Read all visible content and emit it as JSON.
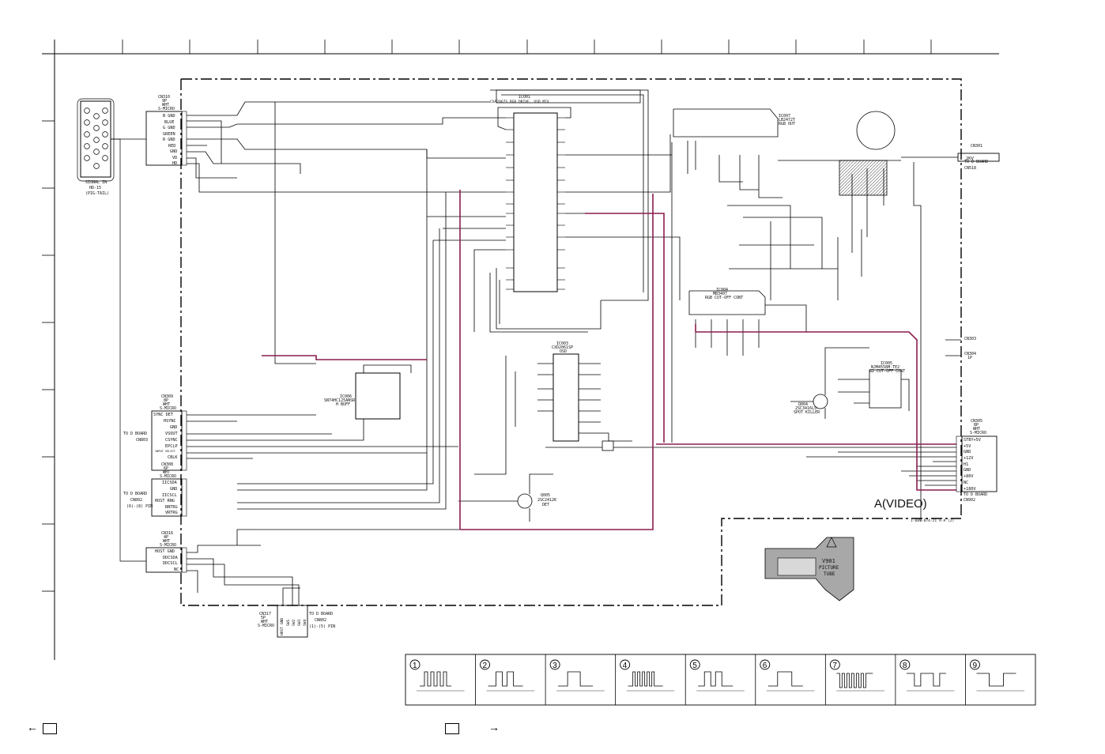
{
  "signal_in": {
    "line1": "SIGNAL IN",
    "line2": "HD-15",
    "line3": "(PIG-TAIL)"
  },
  "cn310": {
    "ref": "CN310",
    "pins": "9P",
    "type": "WHT",
    "kind": "S-MICRO",
    "labels": [
      "B GND",
      "BLUE",
      "G GND",
      "GREEN",
      "R GND",
      "RED",
      "GND",
      "VD",
      "HD"
    ]
  },
  "cn309": {
    "ref": "CN309",
    "pins": "8P",
    "type": "WHT",
    "kind": "S-MICRO",
    "labels": [
      "SYNC DET",
      "HSYNC",
      "GND",
      "VSOUT",
      "CSYNC",
      "EPCLP",
      "INPUT SELECT",
      "CBLK"
    ]
  },
  "cn308": {
    "ref": "CN308",
    "pins": "6P",
    "type": "WHT",
    "kind": "S-MICRO",
    "labels": [
      "IICSDA",
      "GND",
      "IICSCL",
      "HOST RNG",
      "RNTRG",
      "VRTRG"
    ]
  },
  "cn316": {
    "ref": "CN316",
    "pins": "4P",
    "type": "WHT",
    "kind": "S-MICRO",
    "labels": [
      "HOST GND",
      "DDCSDA",
      "DDCSCL",
      "NC"
    ]
  },
  "cn317": {
    "ref": "CN317",
    "pins": "5P",
    "type": "WHT",
    "kind": "S-MICRO",
    "labels": [
      "HOST GND",
      "SW1",
      "SW2",
      "SW3",
      "SW4"
    ]
  },
  "cn305": {
    "ref": "CN305",
    "pins": "8P",
    "type": "WHT",
    "kind": "S-MICRO",
    "labels": [
      "STBY+5V",
      "+5V",
      "GND",
      "+12V",
      "H1",
      "GND",
      "+80V",
      "NC",
      "+180V"
    ]
  },
  "to_d_board": {
    "a": "TO D BOARD",
    "b": "CN803",
    "c": "TO D BOARD",
    "d": "CN802",
    "e": "(6)-(8) PIN",
    "f": "TO D BOARD",
    "g": "CN802",
    "h": "(1)-(5) PIN",
    "i": "TO D BOARD",
    "j": "CN902"
  },
  "ics": [
    {
      "ref": "IC001",
      "part": "CXA2067S RGB DRIVE, OSD MIX"
    },
    {
      "ref": "IC003",
      "part": "CXD2061SP",
      "sub": "OSD"
    },
    {
      "ref": "IC006",
      "part": "SN74HC125ANSR",
      "sub": "H BUFF"
    },
    {
      "ref": "IC007",
      "part": "LB2472T",
      "sub": "RGB OUT"
    },
    {
      "ref": "IC004",
      "part": "MB3407",
      "sub": "RGB CUT-OFF CONT"
    },
    {
      "ref": "IC005",
      "part": "NJM4558M-TE2",
      "sub": "G2 CUT-OFF CONT"
    }
  ],
  "transistors": [
    {
      "ref": "Q005",
      "part": "2SC2412K",
      "sub": "DET"
    },
    {
      "ref": "Q004",
      "part": "2SC3416LS",
      "sub": "SPOT KILLER"
    }
  ],
  "cn301": {
    "ref": "CN301",
    "label": "2KV",
    "to": "TO D BOARD",
    "cn": "CN518"
  },
  "cn303": {
    "ref": "CN303"
  },
  "cn304": {
    "ref": "CN304",
    "pins": "1P"
  },
  "tube": {
    "ref": "V901",
    "line1": "PICTURE",
    "line2": "TUBE"
  },
  "board_label": "A(VIDEO)",
  "board_number": "1-689-874-21 A-A (2)",
  "waveforms": [
    "1",
    "2",
    "3",
    "4",
    "5",
    "6",
    "7",
    "8",
    "9"
  ],
  "colors": {
    "ink": "#111111",
    "highlight": "#c2186b",
    "panel": "#9a9a9a"
  }
}
